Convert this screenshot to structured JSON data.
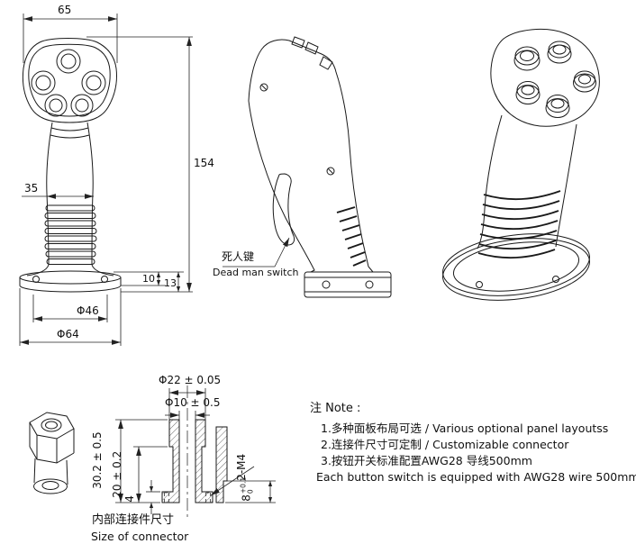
{
  "front_view": {
    "dim_head_width": "65",
    "dim_total_height": "154",
    "dim_grip_width": "35",
    "dim_flange_lip": "10",
    "dim_flange_height": "13",
    "dim_bolt_circle": "Φ46",
    "dim_base_diameter": "Φ64"
  },
  "side_view": {
    "dead_man_switch_cn": "死人键",
    "dead_man_switch_en": "Dead man switch"
  },
  "connector": {
    "dim_outer_diameter": "Φ22 ± 0.05",
    "dim_bore_diameter": "Φ10 ± 0.5",
    "dim_total_height": "30.2 ± 0.5",
    "dim_body_height": "20 ± 0.2",
    "dim_flange_thickness": "4",
    "dim_thread_spec": "2-M4",
    "dim_tab_value": "8",
    "dim_tab_tol_upper": "+0.1",
    "dim_tab_tol_lower": "0",
    "caption_cn": "内部连接件尺寸",
    "caption_en": "Size of connector"
  },
  "notes": {
    "title": "注 Note :",
    "line1": "1.多种面板布局可选 / Various optional panel layoutss",
    "line2": "2.连接件尺寸可定制 / Customizable connector",
    "line3": "3.按钮开关标准配置AWG28 导线500mm",
    "line4": "Each button switch is equipped with AWG28 wire 500mm."
  }
}
